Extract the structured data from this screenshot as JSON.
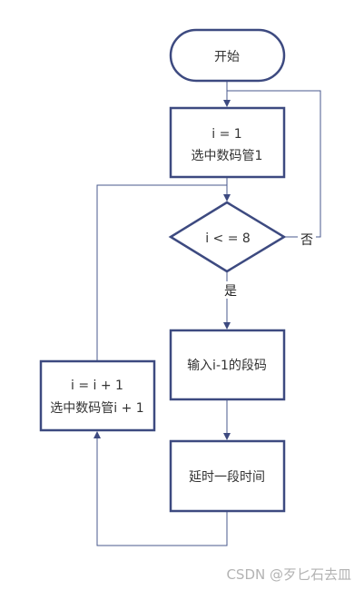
{
  "diagram": {
    "nodes": {
      "start": "开始",
      "init_line1": "i = 1",
      "init_line2": "选中数码管1",
      "decision": "i < = 8",
      "input": "输入i-1的段码",
      "delay": "延时一段时间",
      "increment_line1": "i = i + 1",
      "increment_line2": "选中数码管i + 1"
    },
    "edges": {
      "no_label": "否",
      "yes_label": "是"
    }
  },
  "watermark": "CSDN @歹匕石去皿",
  "colors": {
    "stroke": "#3d4a80",
    "connector": "#4a5a8e",
    "text": "#333333",
    "watermark": "#b3b3b3",
    "background": "#ffffff"
  }
}
